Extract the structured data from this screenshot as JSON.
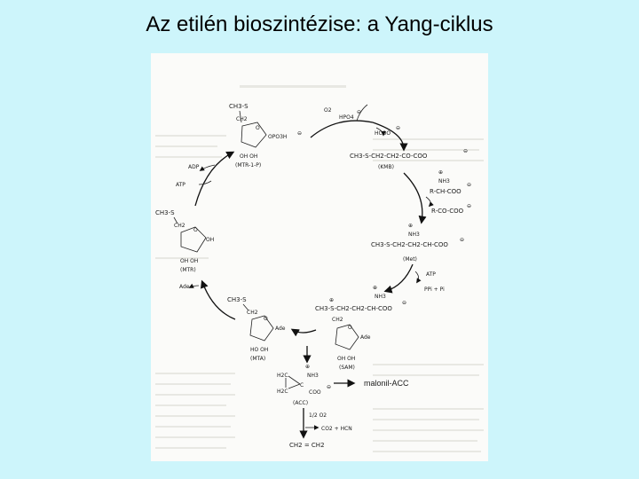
{
  "title": "Az etilén bioszintézise: a Yang-ciklus",
  "diagram": {
    "mtr1p": {
      "ring_top": "CH3-S",
      "ch2": "CH2",
      "o": "O",
      "phosphate": "OPO3H",
      "charge": "⊖",
      "oh": "OH OH",
      "name": "(MTR-1-P)"
    },
    "mtr": {
      "ring_top": "CH3-S",
      "ch2": "CH2",
      "o": "O",
      "oh_right": "OH",
      "oh": "OH OH",
      "name": "(MTR)"
    },
    "mta": {
      "ring_top": "CH3-S",
      "ch2": "CH2",
      "o": "O",
      "ade": "Ade",
      "oh": "HO OH",
      "name": "(MTA)"
    },
    "sam": {
      "plus": "⊕",
      "nh3_plus": "⊕",
      "nh3": "NH3",
      "formula": "CH3-S-CH2-CH2-CH-COO",
      "charge": "⊖",
      "ch2": "CH2",
      "o": "O",
      "ade": "Ade",
      "oh": "OH OH",
      "name": "(SAM)"
    },
    "kmb": {
      "formula": "CH3-S-CH2-CH2-CO-COO",
      "charge": "⊖",
      "name": "(KMB)"
    },
    "amino": {
      "plus": "⊕",
      "nh3": "NH3",
      "formula": "R-CH-COO",
      "charge": "⊖"
    },
    "keto": {
      "formula": "R-CO-COO",
      "charge": "⊖"
    },
    "met": {
      "plus": "⊕",
      "nh3": "NH3",
      "formula": "CH3-S-CH2-CH2-CH-COO",
      "charge": "⊖",
      "name": "(Met)"
    },
    "acc": {
      "plus": "⊕",
      "nh3": "NH3",
      "h2c_top": "H2C",
      "h2c_bottom": "H2C",
      "c": "C",
      "coo": "COO",
      "charge": "⊖",
      "name": "(ACC)"
    },
    "labels": {
      "o2": "O2",
      "hpo4": "HPO4",
      "hpo4_charge": "⊖",
      "hcoo": "HCOO",
      "hcoo_charge": "⊖",
      "adp": "ADP",
      "atp_left": "ATP",
      "ade": "Ade",
      "atp_right": "ATP",
      "ppi": "PPi + Pi",
      "malonil": "malonil-ACC",
      "half_o2": "1/2 O2",
      "co2": "CO2 + HCN",
      "ethylene": "CH2 = CH2"
    }
  },
  "colors": {
    "background": "#cdf5fb",
    "figure": "#fbfbf9",
    "ink": "#111111"
  }
}
